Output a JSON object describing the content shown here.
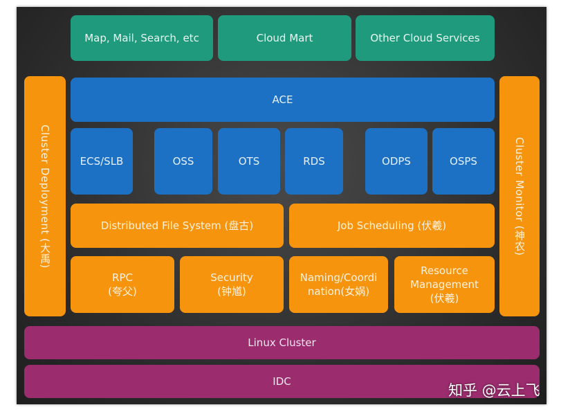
{
  "top_services": [
    "Map, Mail, Search, etc",
    "Cloud Mart",
    "Other Cloud Services"
  ],
  "ace": "ACE",
  "blue_services": [
    "ECS/SLB",
    "OSS",
    "OTS",
    "RDS",
    "ODPS",
    "OSPS"
  ],
  "middle": [
    "Distributed File System (盘古)",
    "Job Scheduling (伏羲)"
  ],
  "base_services": [
    "RPC\n(夸父)",
    "Security\n(钟馗)",
    "Naming/Coordi\nnation(女娲)",
    "Resource\nManagement\n(伏羲)"
  ],
  "left_side": "Cluster Deployment (大禹)",
  "right_side": "Cluster Monitor (神农)",
  "linux": "Linux Cluster",
  "idc": "IDC",
  "watermark": "知乎 @云上飞"
}
